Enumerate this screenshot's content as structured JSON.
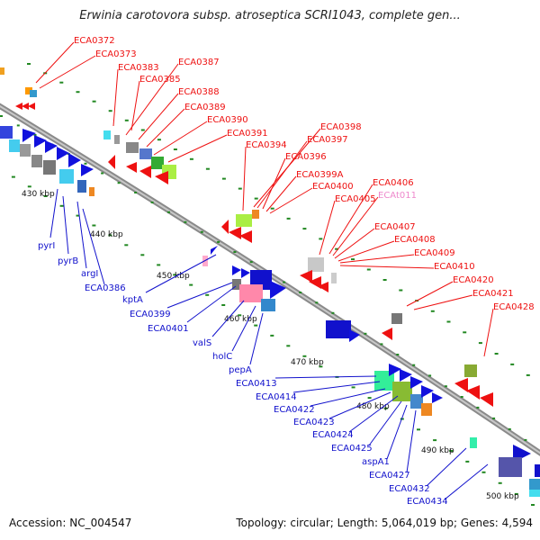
{
  "title": "Erwinia carotovora subsp. atroseptica SCRI1043, complete gen...",
  "footer": {
    "accession": "Accession: NC_004547",
    "summary": "Topology: circular; Length: 5,064,019 bp; Genes: 4,594"
  },
  "colors": {
    "forward_label": "#ee1111",
    "reverse_label": "#1111cc",
    "rna_label": "#ee88cc",
    "backbone": "#999999",
    "tick_dots": "#228822"
  },
  "ticks": [
    {
      "label": "430 kbp"
    },
    {
      "label": "440 kbp"
    },
    {
      "label": "450 kbp"
    },
    {
      "label": "460 kbp"
    },
    {
      "label": "470 kbp"
    },
    {
      "label": "480 kbp"
    },
    {
      "label": "490 kbp"
    },
    {
      "label": "500 kbp"
    }
  ],
  "forward_labels": [
    "ECA0372",
    "ECA0373",
    "ECA0383",
    "ECA0387",
    "ECA0385",
    "ECA0388",
    "ECA0389",
    "ECA0390",
    "ECA0391",
    "ECA0394",
    "ECA0398",
    "ECA0397",
    "ECA0396",
    "ECA0399A",
    "ECA0400",
    "ECA0406",
    "ECA0405",
    "ECAt011",
    "ECA0407",
    "ECA0408",
    "ECA0409",
    "ECA0410",
    "ECA0420",
    "ECA0421",
    "ECA0428"
  ],
  "reverse_labels": [
    "pyrI",
    "pyrB",
    "argI",
    "ECA0386",
    "kptA",
    "ECA0399",
    "ECA0401",
    "valS",
    "holC",
    "pepA",
    "ECA0413",
    "ECA0414",
    "ECA0422",
    "ECA0423",
    "ECA0424",
    "ECA0425",
    "aspA1",
    "ECA0427",
    "ECA0432",
    "ECA0434"
  ]
}
